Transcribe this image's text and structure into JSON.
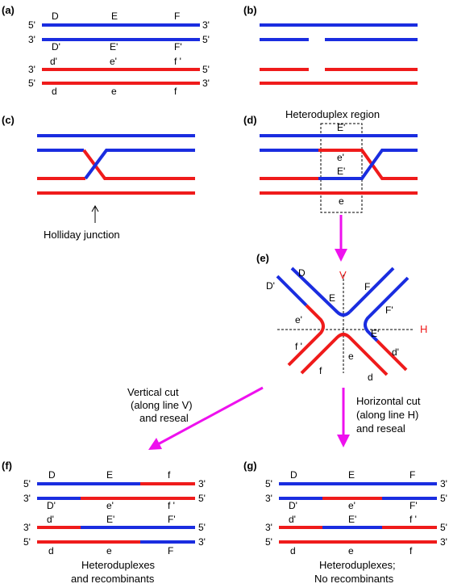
{
  "colors": {
    "blue": "#1a2de0",
    "red": "#ef1b1b",
    "magenta": "#ee11ee",
    "black": "#000000"
  },
  "panels": {
    "a": {
      "tag": "(a)",
      "strands": [
        {
          "left": "5'",
          "right": "3'",
          "genes": [
            "D",
            "E",
            "F"
          ]
        },
        {
          "left": "3'",
          "right": "5'",
          "genes": [
            "D'",
            "E'",
            "F'"
          ]
        },
        {
          "left": "3'",
          "right": "5'",
          "genes": [
            "d'",
            "e'",
            "f '"
          ]
        },
        {
          "left": "5'",
          "right": "3'",
          "genes": [
            "d",
            "e",
            "f"
          ]
        }
      ]
    },
    "b": {
      "tag": "(b)"
    },
    "c": {
      "tag": "(c)",
      "caption": "Holliday junction"
    },
    "d": {
      "tag": "(d)",
      "title": "Heteroduplex region",
      "labels": [
        "E'",
        "e'",
        "E'",
        "e"
      ]
    },
    "e": {
      "tag": "(e)",
      "axis_v": "V",
      "axis_h": "H",
      "labels": [
        "D",
        "D'",
        "E",
        "e'",
        "f '",
        "f",
        "F",
        "F'",
        "E'",
        "d'",
        "e",
        "d"
      ]
    },
    "f": {
      "tag": "(f)",
      "strands": [
        {
          "left": "5'",
          "right": "3'",
          "genes": [
            "D",
            "E",
            "f"
          ]
        },
        {
          "left": "3'",
          "right": "5'",
          "genes": [
            "D'",
            "e'",
            "f '"
          ]
        },
        {
          "left": "3'",
          "right": "5'",
          "genes": [
            "d'",
            "E'",
            "F'"
          ]
        },
        {
          "left": "5'",
          "right": "3'",
          "genes": [
            "d",
            "e",
            "F"
          ]
        }
      ],
      "caption": [
        "Heteroduplexes",
        "and recombinants"
      ]
    },
    "g": {
      "tag": "(g)",
      "strands": [
        {
          "left": "5'",
          "right": "3'",
          "genes": [
            "D",
            "E",
            "F"
          ]
        },
        {
          "left": "3'",
          "right": "5'",
          "genes": [
            "D'",
            "e'",
            "F'"
          ]
        },
        {
          "left": "3'",
          "right": "5'",
          "genes": [
            "d'",
            "E'",
            "f '"
          ]
        },
        {
          "left": "5'",
          "right": "3'",
          "genes": [
            "d",
            "e",
            "f"
          ]
        }
      ],
      "caption": [
        "Heteroduplexes;",
        "No recombinants"
      ]
    }
  },
  "cuts": {
    "vertical": [
      "Vertical cut",
      "(along line V)",
      "and reseal"
    ],
    "horizontal": [
      "Horizontal cut",
      "(along line H)",
      "and reseal"
    ]
  }
}
